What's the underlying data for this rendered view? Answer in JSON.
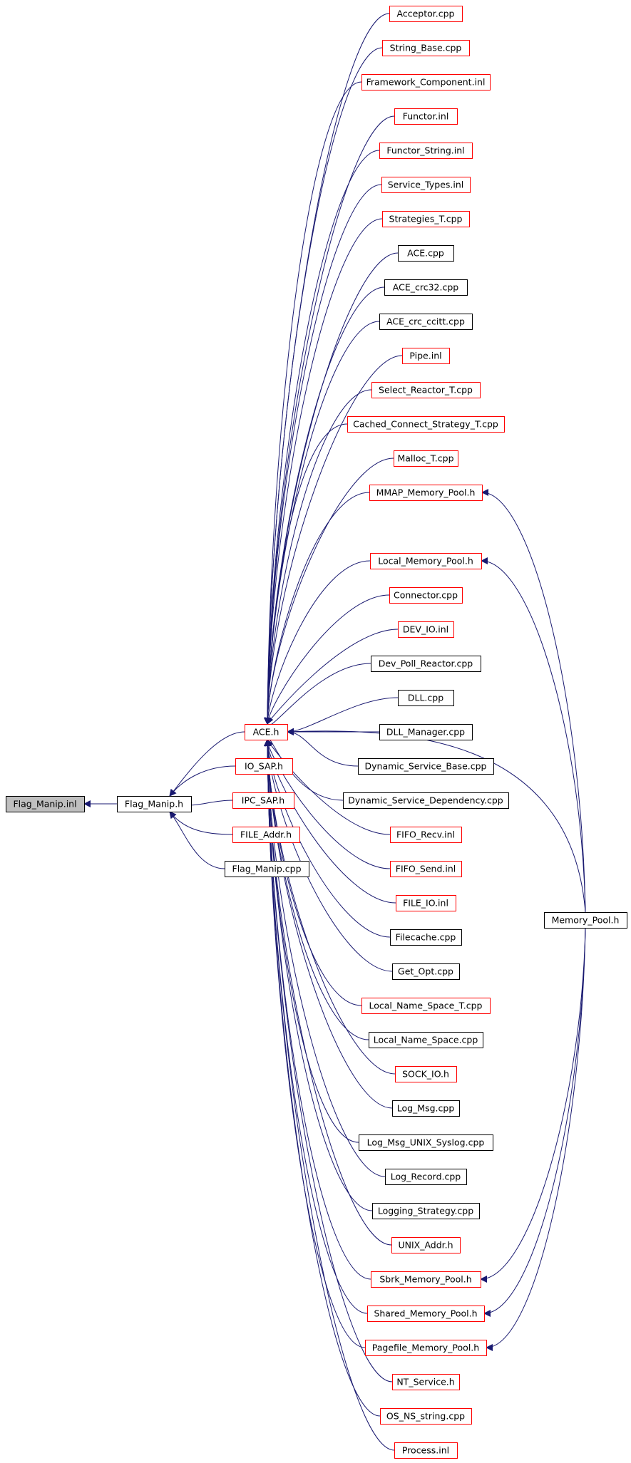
{
  "diagram": {
    "edge_color": "#191970",
    "root": {
      "id": "Flag_Manip.inl",
      "label": "Flag_Manip.inl",
      "color": "#000000",
      "fill": "#bfbfbf"
    },
    "nodes": [
      {
        "id": "Flag_Manip.h",
        "label": "Flag_Manip.h",
        "color": "#000000"
      },
      {
        "id": "ACE.h",
        "label": "ACE.h",
        "color": "#ff0000"
      },
      {
        "id": "IO_SAP.h",
        "label": "IO_SAP.h",
        "color": "#ff0000"
      },
      {
        "id": "IPC_SAP.h",
        "label": "IPC_SAP.h",
        "color": "#ff0000"
      },
      {
        "id": "FILE_Addr.h",
        "label": "FILE_Addr.h",
        "color": "#ff0000"
      },
      {
        "id": "Flag_Manip.cpp",
        "label": "Flag_Manip.cpp",
        "color": "#000000"
      },
      {
        "id": "Memory_Pool.h",
        "label": "Memory_Pool.h",
        "color": "#000000"
      },
      {
        "id": "Acceptor.cpp",
        "label": "Acceptor.cpp",
        "color": "#ff0000"
      },
      {
        "id": "String_Base.cpp",
        "label": "String_Base.cpp",
        "color": "#ff0000"
      },
      {
        "id": "Framework_Component.inl",
        "label": "Framework_Component.inl",
        "color": "#ff0000"
      },
      {
        "id": "Functor.inl",
        "label": "Functor.inl",
        "color": "#ff0000"
      },
      {
        "id": "Functor_String.inl",
        "label": "Functor_String.inl",
        "color": "#ff0000"
      },
      {
        "id": "Service_Types.inl",
        "label": "Service_Types.inl",
        "color": "#ff0000"
      },
      {
        "id": "Strategies_T.cpp",
        "label": "Strategies_T.cpp",
        "color": "#ff0000"
      },
      {
        "id": "ACE.cpp",
        "label": "ACE.cpp",
        "color": "#000000"
      },
      {
        "id": "ACE_crc32.cpp",
        "label": "ACE_crc32.cpp",
        "color": "#000000"
      },
      {
        "id": "ACE_crc_ccitt.cpp",
        "label": "ACE_crc_ccitt.cpp",
        "color": "#000000"
      },
      {
        "id": "Pipe.inl",
        "label": "Pipe.inl",
        "color": "#ff0000"
      },
      {
        "id": "Select_Reactor_T.cpp",
        "label": "Select_Reactor_T.cpp",
        "color": "#ff0000"
      },
      {
        "id": "Cached_Connect_Strategy_T.cpp",
        "label": "Cached_Connect_Strategy_T.cpp",
        "color": "#ff0000"
      },
      {
        "id": "Malloc_T.cpp",
        "label": "Malloc_T.cpp",
        "color": "#ff0000"
      },
      {
        "id": "MMAP_Memory_Pool.h",
        "label": "MMAP_Memory_Pool.h",
        "color": "#ff0000"
      },
      {
        "id": "Local_Memory_Pool.h",
        "label": "Local_Memory_Pool.h",
        "color": "#ff0000"
      },
      {
        "id": "Connector.cpp",
        "label": "Connector.cpp",
        "color": "#ff0000"
      },
      {
        "id": "DEV_IO.inl",
        "label": "DEV_IO.inl",
        "color": "#ff0000"
      },
      {
        "id": "Dev_Poll_Reactor.cpp",
        "label": "Dev_Poll_Reactor.cpp",
        "color": "#000000"
      },
      {
        "id": "DLL.cpp",
        "label": "DLL.cpp",
        "color": "#000000"
      },
      {
        "id": "DLL_Manager.cpp",
        "label": "DLL_Manager.cpp",
        "color": "#000000"
      },
      {
        "id": "Dynamic_Service_Base.cpp",
        "label": "Dynamic_Service_Base.cpp",
        "color": "#000000"
      },
      {
        "id": "Dynamic_Service_Dependency.cpp",
        "label": "Dynamic_Service_Dependency.cpp",
        "color": "#000000"
      },
      {
        "id": "FIFO_Recv.inl",
        "label": "FIFO_Recv.inl",
        "color": "#ff0000"
      },
      {
        "id": "FIFO_Send.inl",
        "label": "FIFO_Send.inl",
        "color": "#ff0000"
      },
      {
        "id": "FILE_IO.inl",
        "label": "FILE_IO.inl",
        "color": "#ff0000"
      },
      {
        "id": "Filecache.cpp",
        "label": "Filecache.cpp",
        "color": "#000000"
      },
      {
        "id": "Get_Opt.cpp",
        "label": "Get_Opt.cpp",
        "color": "#000000"
      },
      {
        "id": "Local_Name_Space_T.cpp",
        "label": "Local_Name_Space_T.cpp",
        "color": "#ff0000"
      },
      {
        "id": "Local_Name_Space.cpp",
        "label": "Local_Name_Space.cpp",
        "color": "#000000"
      },
      {
        "id": "SOCK_IO.h",
        "label": "SOCK_IO.h",
        "color": "#ff0000"
      },
      {
        "id": "Log_Msg.cpp",
        "label": "Log_Msg.cpp",
        "color": "#000000"
      },
      {
        "id": "Log_Msg_UNIX_Syslog.cpp",
        "label": "Log_Msg_UNIX_Syslog.cpp",
        "color": "#000000"
      },
      {
        "id": "Log_Record.cpp",
        "label": "Log_Record.cpp",
        "color": "#000000"
      },
      {
        "id": "Logging_Strategy.cpp",
        "label": "Logging_Strategy.cpp",
        "color": "#000000"
      },
      {
        "id": "UNIX_Addr.h",
        "label": "UNIX_Addr.h",
        "color": "#ff0000"
      },
      {
        "id": "Sbrk_Memory_Pool.h",
        "label": "Sbrk_Memory_Pool.h",
        "color": "#ff0000"
      },
      {
        "id": "Shared_Memory_Pool.h",
        "label": "Shared_Memory_Pool.h",
        "color": "#ff0000"
      },
      {
        "id": "Pagefile_Memory_Pool.h",
        "label": "Pagefile_Memory_Pool.h",
        "color": "#ff0000"
      },
      {
        "id": "NT_Service.h",
        "label": "NT_Service.h",
        "color": "#ff0000"
      },
      {
        "id": "OS_NS_string.cpp",
        "label": "OS_NS_string.cpp",
        "color": "#ff0000"
      },
      {
        "id": "Process.inl",
        "label": "Process.inl",
        "color": "#ff0000"
      }
    ],
    "edges": [
      [
        "Flag_Manip.h",
        "Flag_Manip.inl"
      ],
      [
        "ACE.h",
        "Flag_Manip.h"
      ],
      [
        "IO_SAP.h",
        "Flag_Manip.h"
      ],
      [
        "IPC_SAP.h",
        "Flag_Manip.h"
      ],
      [
        "FILE_Addr.h",
        "Flag_Manip.h"
      ],
      [
        "Flag_Manip.cpp",
        "Flag_Manip.h"
      ],
      [
        "Acceptor.cpp",
        "ACE.h"
      ],
      [
        "String_Base.cpp",
        "ACE.h"
      ],
      [
        "Framework_Component.inl",
        "ACE.h"
      ],
      [
        "Functor.inl",
        "ACE.h"
      ],
      [
        "Functor_String.inl",
        "ACE.h"
      ],
      [
        "Service_Types.inl",
        "ACE.h"
      ],
      [
        "Strategies_T.cpp",
        "ACE.h"
      ],
      [
        "ACE.cpp",
        "ACE.h"
      ],
      [
        "ACE_crc32.cpp",
        "ACE.h"
      ],
      [
        "ACE_crc_ccitt.cpp",
        "ACE.h"
      ],
      [
        "Pipe.inl",
        "ACE.h"
      ],
      [
        "Select_Reactor_T.cpp",
        "ACE.h"
      ],
      [
        "Cached_Connect_Strategy_T.cpp",
        "ACE.h"
      ],
      [
        "Malloc_T.cpp",
        "ACE.h"
      ],
      [
        "MMAP_Memory_Pool.h",
        "ACE.h"
      ],
      [
        "Local_Memory_Pool.h",
        "ACE.h"
      ],
      [
        "Connector.cpp",
        "ACE.h"
      ],
      [
        "DEV_IO.inl",
        "ACE.h"
      ],
      [
        "Dev_Poll_Reactor.cpp",
        "ACE.h"
      ],
      [
        "DLL.cpp",
        "ACE.h"
      ],
      [
        "DLL_Manager.cpp",
        "ACE.h"
      ],
      [
        "Dynamic_Service_Base.cpp",
        "ACE.h"
      ],
      [
        "Dynamic_Service_Dependency.cpp",
        "ACE.h"
      ],
      [
        "FIFO_Recv.inl",
        "ACE.h"
      ],
      [
        "FIFO_Send.inl",
        "ACE.h"
      ],
      [
        "FILE_IO.inl",
        "ACE.h"
      ],
      [
        "Filecache.cpp",
        "ACE.h"
      ],
      [
        "Get_Opt.cpp",
        "ACE.h"
      ],
      [
        "Local_Name_Space_T.cpp",
        "ACE.h"
      ],
      [
        "Local_Name_Space.cpp",
        "ACE.h"
      ],
      [
        "SOCK_IO.h",
        "ACE.h"
      ],
      [
        "Log_Msg.cpp",
        "ACE.h"
      ],
      [
        "Log_Msg_UNIX_Syslog.cpp",
        "ACE.h"
      ],
      [
        "Log_Record.cpp",
        "ACE.h"
      ],
      [
        "Logging_Strategy.cpp",
        "ACE.h"
      ],
      [
        "UNIX_Addr.h",
        "ACE.h"
      ],
      [
        "Sbrk_Memory_Pool.h",
        "ACE.h"
      ],
      [
        "Shared_Memory_Pool.h",
        "ACE.h"
      ],
      [
        "Pagefile_Memory_Pool.h",
        "ACE.h"
      ],
      [
        "NT_Service.h",
        "ACE.h"
      ],
      [
        "OS_NS_string.cpp",
        "ACE.h"
      ],
      [
        "Process.inl",
        "ACE.h"
      ],
      [
        "Memory_Pool.h",
        "ACE.h"
      ],
      [
        "Memory_Pool.h",
        "MMAP_Memory_Pool.h"
      ],
      [
        "Memory_Pool.h",
        "Local_Memory_Pool.h"
      ],
      [
        "Memory_Pool.h",
        "Sbrk_Memory_Pool.h"
      ],
      [
        "Memory_Pool.h",
        "Shared_Memory_Pool.h"
      ],
      [
        "Memory_Pool.h",
        "Pagefile_Memory_Pool.h"
      ]
    ]
  }
}
